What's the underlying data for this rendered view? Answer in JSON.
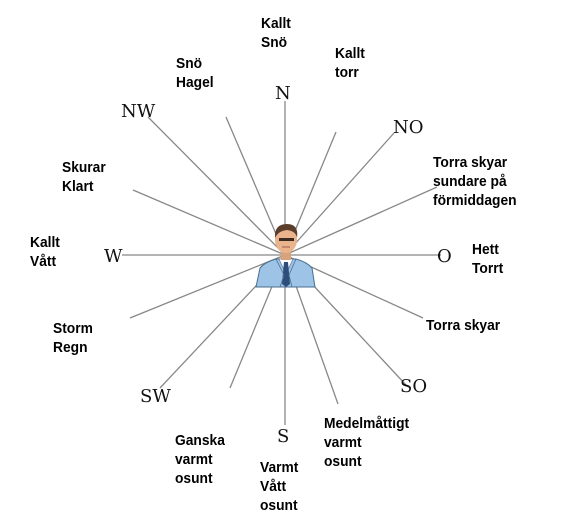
{
  "compass": {
    "N": "N",
    "NO": "NO",
    "O": "O",
    "SO": "SO",
    "S": "S",
    "SW": "SW",
    "W": "W",
    "NW": "NW"
  },
  "labels": {
    "top_center": [
      "Kallt",
      "Snö"
    ],
    "top_left": [
      "Snö",
      "Hagel"
    ],
    "top_right": [
      "Kallt",
      "torr"
    ],
    "right_upper": [
      "Torra skyar",
      "sundare på",
      "förmiddagen"
    ],
    "right_mid": [
      "Hett",
      "Torrt"
    ],
    "right_lower": [
      "Torra skyar"
    ],
    "left_upper": [
      "Skurar",
      "Klart"
    ],
    "left_mid": [
      "Kallt",
      "Vått"
    ],
    "left_lower": [
      "Storm",
      "Regn"
    ],
    "bottom_left": [
      "Ganska",
      "varmt",
      "osunt"
    ],
    "bottom_center": [
      "Varmt",
      "Vått",
      "osunt"
    ],
    "bottom_right": [
      "Medelmåttigt",
      "varmt",
      "osunt"
    ]
  },
  "colors": {
    "lines": "#888888",
    "text": "#000000",
    "suit": "#9dc3e6",
    "hair": "#5a3d2a",
    "skin": "#e9b48c"
  }
}
